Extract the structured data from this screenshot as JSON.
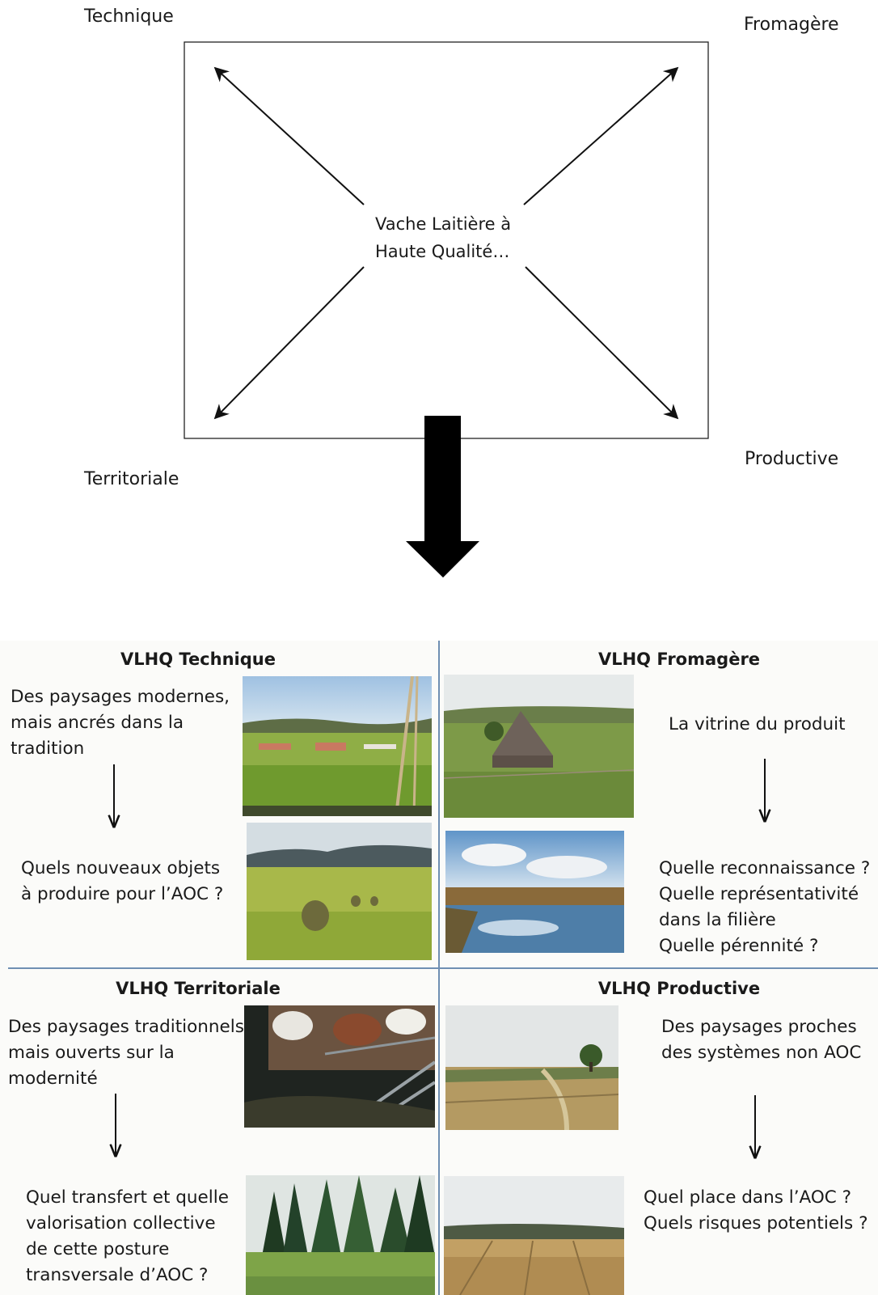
{
  "top": {
    "corner_labels": {
      "top_left": "Technique",
      "top_right": "Fromagère",
      "bottom_left": "Territoriale",
      "bottom_right": "Productive"
    },
    "center_line1": "Vache Laitière à",
    "center_line2": "Haute Qualité…"
  },
  "quadrants": {
    "technique": {
      "title": "VLHQ Technique",
      "line1": "Des paysages modernes,",
      "line2": "mais ancrés dans la",
      "line3": "tradition",
      "q1": "Quels nouveaux objets",
      "q2": "à produire pour l’AOC ?"
    },
    "fromagere": {
      "title": "VLHQ Fromagère",
      "line1": "La vitrine  du produit",
      "q1": "Quelle reconnaissance ?",
      "q2": "Quelle représentativité",
      "q3": "dans la filière",
      "q4": "Quelle pérennité ?"
    },
    "territoriale": {
      "title": "VLHQ Territoriale",
      "line1": "Des paysages traditionnels",
      "line2": "mais ouverts sur la",
      "line3": "modernité",
      "q1": "Quel transfert et quelle",
      "q2": "valorisation collective",
      "q3": "de cette posture",
      "q4": "transversale d’AOC ?"
    },
    "productive": {
      "title": "VLHQ Productive",
      "line1": "Des paysages proches",
      "line2": "des systèmes non AOC",
      "q1": "Quel place dans l’AOC ?",
      "q2": "Quels risques potentiels ?"
    }
  }
}
